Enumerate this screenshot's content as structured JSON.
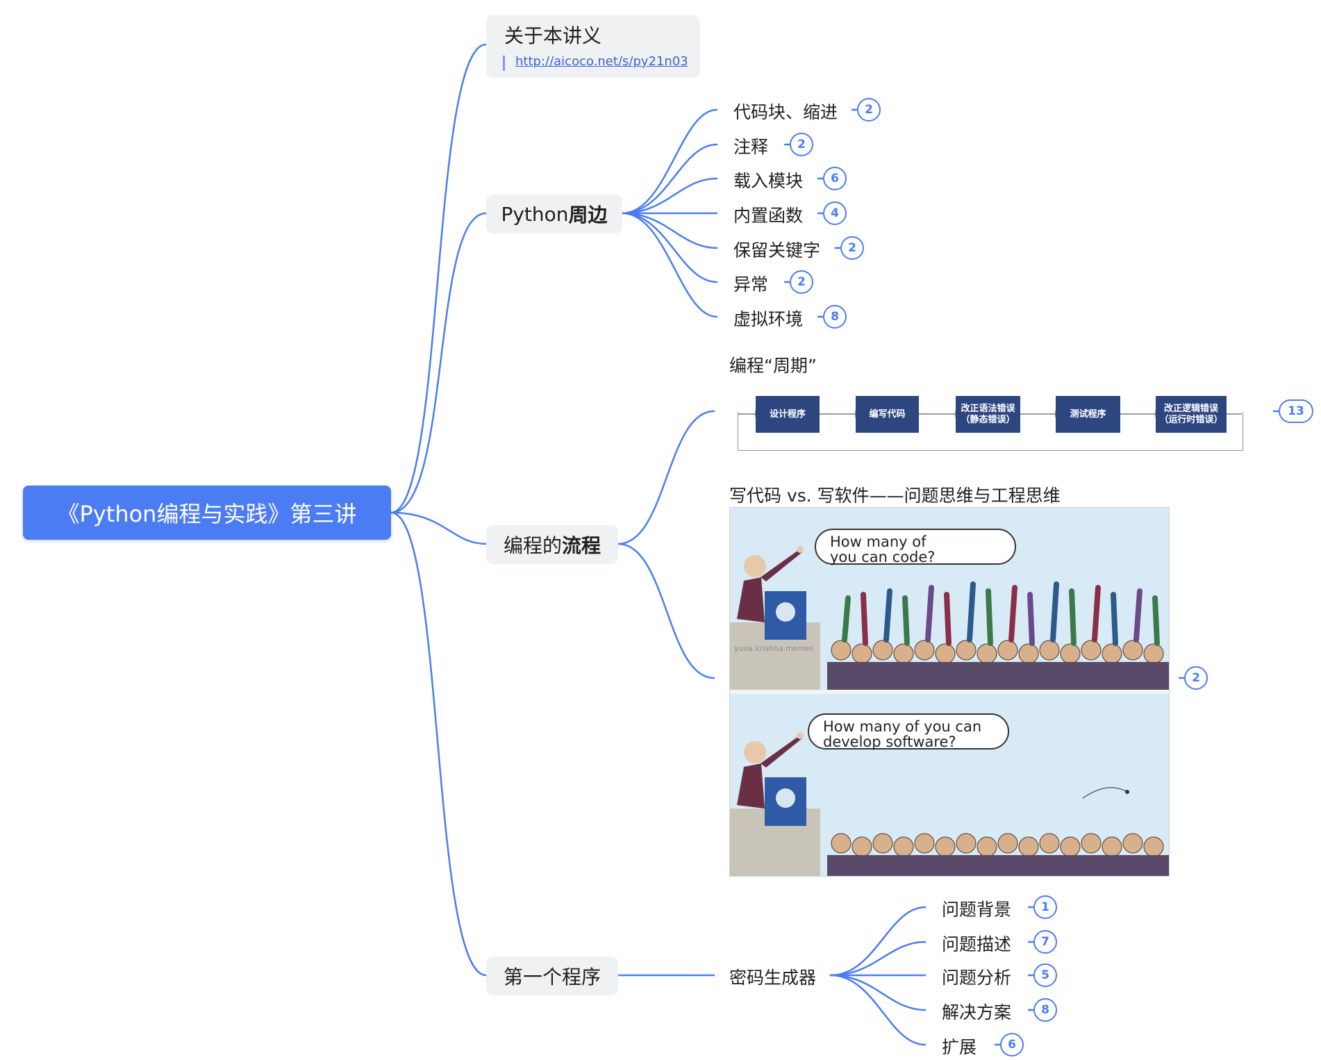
{
  "root": {
    "label": "《Python编程与实践》第三讲"
  },
  "intro": {
    "title": "关于本讲义",
    "link": "http://aicoco.net/s/py21n03"
  },
  "python_topic": {
    "label_plain": "Python",
    "label_bold": "周边",
    "items": [
      {
        "label": "代码块、缩进",
        "count": "2"
      },
      {
        "label": "注释",
        "count": "2"
      },
      {
        "label": "载入模块",
        "count": "6"
      },
      {
        "label": "内置函数",
        "count": "4"
      },
      {
        "label": "保留关键字",
        "count": "2"
      },
      {
        "label": "异常",
        "count": "2"
      },
      {
        "label": "虚拟环境",
        "count": "8"
      }
    ]
  },
  "process_topic": {
    "label_plain": "编程的",
    "label_bold": "流程",
    "cycle": {
      "title": "编程“周期”",
      "steps": [
        {
          "line1": "设计程序",
          "line2": ""
        },
        {
          "line1": "编写代码",
          "line2": ""
        },
        {
          "line1": "改正语法错误",
          "line2": "（静态错误）"
        },
        {
          "line1": "测试程序",
          "line2": ""
        },
        {
          "line1": "改正逻辑错误",
          "line2": "（运行时错误）"
        }
      ],
      "count": "13"
    },
    "comic": {
      "title": "写代码 vs. 写软件——问题思维与工程思维",
      "bubble_top_line1": "How many of",
      "bubble_top_line2": "you can code?",
      "bubble_bottom_line1": "How many of you can",
      "bubble_bottom_line2": "develop software?",
      "watermark": "yuva.krishna.memes",
      "count": "2"
    }
  },
  "first_program": {
    "label": "第一个程序",
    "sub": {
      "label": "密码生成器",
      "items": [
        {
          "label": "问题背景",
          "count": "1"
        },
        {
          "label": "问题描述",
          "count": "7"
        },
        {
          "label": "问题分析",
          "count": "5"
        },
        {
          "label": "解决方案",
          "count": "8"
        },
        {
          "label": "扩展",
          "count": "6"
        }
      ]
    }
  },
  "colors": {
    "accent": "#4b7cf3",
    "node_bg": "#f0f1f3",
    "step_bg": "#2d4680"
  }
}
